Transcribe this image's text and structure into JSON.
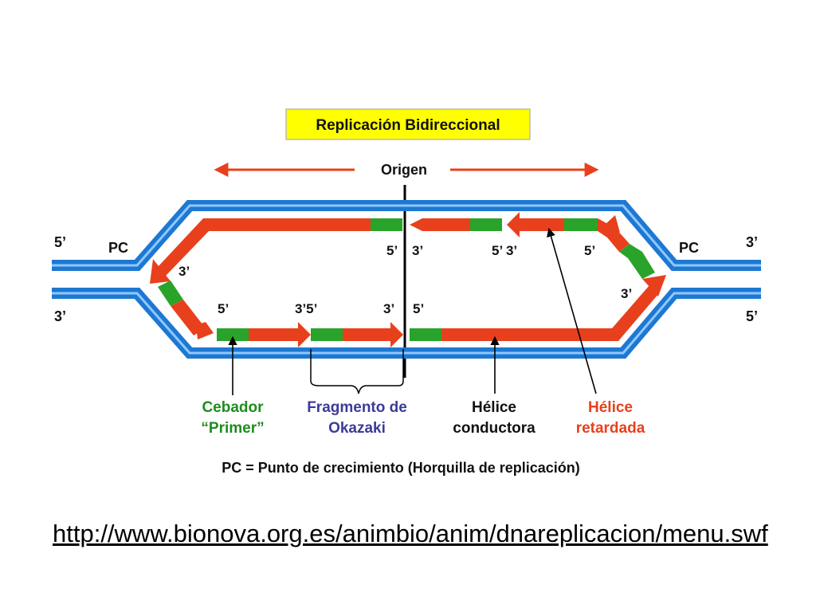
{
  "title": "Replicación Bidireccional",
  "origin_label": "Origen",
  "fork_label": "PC",
  "end_labels": {
    "left_top": "5’",
    "left_bottom": "3’",
    "right_top": "3’",
    "right_bottom": "5’"
  },
  "strand_labels": {
    "a": "3’",
    "b": "5’",
    "c": "3’5’",
    "d": "3’",
    "e": "5’",
    "f": "5’",
    "g": "3’",
    "h": "5’ 3’",
    "i": "5’",
    "j": "3’"
  },
  "legend": {
    "primer_line1": "Cebador",
    "primer_line2": "“Primer”",
    "okazaki_line1": "Fragmento de",
    "okazaki_line2": "Okazaki",
    "leading_line1": "Hélice",
    "leading_line2": "conductora",
    "lagging_line1": "Hélice",
    "lagging_line2": "retardada"
  },
  "footnote": "PC = Punto de crecimiento (Horquilla de replicación)",
  "source_url": "http://www.bionova.org.es/animbio/anim/dnareplicacion/menu.swf",
  "colors": {
    "dna_blue": "#1e78d2",
    "dna_light": "#8ec9ff",
    "new_strand_red": "#e8401c",
    "primer_green": "#2aa32a",
    "title_box": "#ffff00",
    "legend_primer": "#1e8c1e",
    "legend_okazaki": "#3b3b9a",
    "legend_lagging": "#e8401c"
  }
}
